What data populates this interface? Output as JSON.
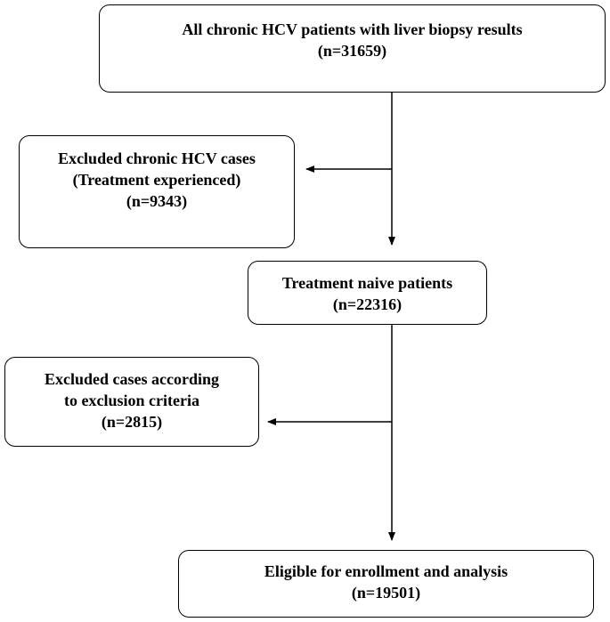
{
  "flowchart": {
    "all_patients": {
      "title": "All chronic HCV patients with liver biopsy results",
      "count": "(n=31659)"
    },
    "excluded_treated": {
      "line1": "Excluded chronic HCV cases",
      "line2": "(Treatment experienced)",
      "count": "(n=9343)"
    },
    "treatment_naive": {
      "title": "Treatment naive patients",
      "count": "(n=22316)"
    },
    "excluded_criteria": {
      "line1": "Excluded cases according",
      "line2": "to exclusion criteria",
      "count": "(n=2815)"
    },
    "eligible": {
      "title": "Eligible for enrollment and analysis",
      "count": "(n=19501)"
    }
  },
  "colors": {
    "line": "#000000",
    "background": "#ffffff"
  }
}
